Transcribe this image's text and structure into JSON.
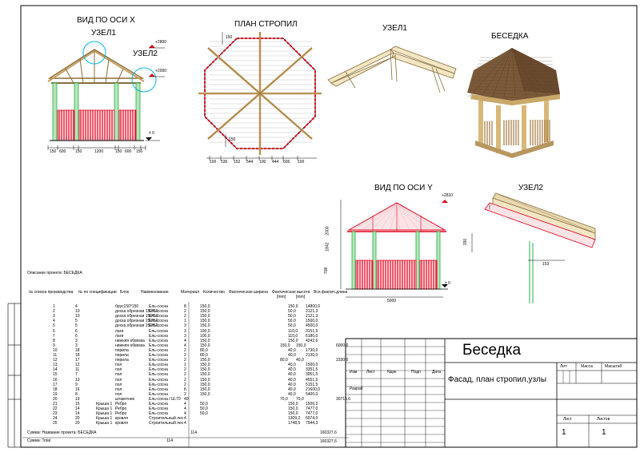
{
  "views": {
    "axis_x": "ВИД ПО ОСИ X",
    "node1_on_x": "УЗЕЛ1",
    "node2_on_x": "УЗЕЛ2",
    "rafter_plan": "ПЛАН СТРОПИЛ",
    "node1": "УЗЕЛ1",
    "gazebo": "БЕСЕДКА",
    "axis_y": "ВИД ПО ОСИ Y",
    "node2": "УЗЕЛ2"
  },
  "marks": {
    "elev_top_x": "+2800",
    "elev_eave_x": "+2000",
    "zero_x": "± 0",
    "elev_top_y": "+2810",
    "zero_y": "± 0"
  },
  "dims": {
    "x_view": [
      "150",
      "600",
      "150",
      "1200",
      "150",
      "600",
      "150"
    ],
    "plan_bottom": [
      "100",
      "536",
      "152",
      "544",
      "100",
      "444",
      "606",
      "100"
    ],
    "plan_side": [
      "150",
      "150"
    ],
    "y_view_total": "5000",
    "y_view_vert": [
      "2000",
      "1842",
      "708"
    ],
    "node2_h": "150",
    "node2_w": "153"
  },
  "spec": {
    "project": "Описание проекта: БЕСЕДКА",
    "headers": [
      "№ списка производства",
      "№ по спецификации",
      "Блок",
      "Наименование",
      "Материал",
      "Количество",
      "Фактическая ширина",
      "Фактическая высота",
      "Вся фактич.длина"
    ],
    "units": [
      "[mm]",
      "[mm]"
    ],
    "rows": [
      [
        "1",
        "4",
        "",
        "брус150*150",
        "Ель-сосна",
        "8",
        "150,0"
      ],
      [
        "2",
        "10",
        "",
        "доска обрезная 150*50",
        "Ель-сосна",
        "2",
        "150,0"
      ],
      [
        "3",
        "10",
        "",
        "доска обрезная 150*50",
        "Ель-сосна",
        "2",
        "150,0"
      ],
      [
        "4",
        "5",
        "",
        "доска обрезная 150*50",
        "Ель-сосна",
        "1",
        "150,0"
      ],
      [
        "5",
        "5",
        "",
        "доска обрезная 150*50",
        "Ель-сосна",
        "3",
        "150,0"
      ],
      [
        "6",
        "6",
        "",
        "лаги",
        "Ель-сосна",
        "3",
        "100,0"
      ],
      [
        "7",
        "6",
        "",
        "лаги",
        "Ель-сосна",
        "3",
        "100,0"
      ],
      [
        "8",
        "3",
        "",
        "нижняя обвязка",
        "Ель-сосна",
        "4",
        "150,0"
      ],
      [
        "9",
        "3",
        "",
        "нижняя обвязка",
        "Ель-сосна",
        "4",
        "150,0"
      ],
      [
        "10",
        "18",
        "",
        "перила",
        "Ель-сосна",
        "2",
        "80,0"
      ],
      [
        "11",
        "18",
        "",
        "перила",
        "Ель-сосна",
        "2",
        "80,0"
      ],
      [
        "12",
        "17",
        "",
        "перила",
        "Ель-сосна",
        "2",
        "150,0"
      ],
      [
        "13",
        "12",
        "",
        "пол",
        "Ель-сосна",
        "1",
        "150,0"
      ],
      [
        "14",
        "11",
        "",
        "пол",
        "Ель-сосна",
        "2",
        "150,0"
      ],
      [
        "15",
        "7",
        "",
        "пол",
        "Ель-сосна",
        "2",
        "150,0"
      ],
      [
        "16",
        "13",
        "",
        "пол",
        "Ель-сосна",
        "2",
        "150,0"
      ],
      [
        "17",
        "9",
        "",
        "пол",
        "Ель-сосна",
        "2",
        "150,0"
      ],
      [
        "18",
        "16",
        "",
        "пол",
        "Ель-сосна",
        "8",
        "150,0"
      ],
      [
        "19",
        "8",
        "",
        "пол",
        "Ель-сосна",
        "2",
        "150,0"
      ],
      [
        "20",
        "19",
        "",
        "штакетник",
        "Ель-сосна / Ш.70",
        "40",
        ""
      ],
      [
        "21",
        "15",
        "Крыша 1",
        "Ребро",
        "Ель-сосна",
        "4",
        "50,0"
      ],
      [
        "22",
        "14",
        "Крыша 1",
        "Ребро",
        "Ель-сосна",
        "4",
        "50,0"
      ],
      [
        "23",
        "14",
        "Крыша 1",
        "Ребро",
        "Ель-сосна",
        "4",
        "50,0"
      ],
      [
        "24",
        "20",
        "Крыша 1",
        "кровля",
        "Строительный лес",
        "4",
        ""
      ],
      [
        "25",
        "20",
        "Крыша 1",
        "кровля",
        "Строительный лес",
        "4",
        ""
      ]
    ],
    "lengths": [
      [
        "150,0",
        "14800,0"
      ],
      [
        "50,0",
        "2121,3"
      ],
      [
        "50,0",
        "2121,3"
      ],
      [
        "50,0",
        "1500,0"
      ],
      [
        "50,0",
        "4500,0"
      ],
      [
        "110,0",
        "3151,5"
      ],
      [
        "110,0",
        "6180,0"
      ],
      [
        "150,0",
        "4242,6"
      ],
      [
        "150,0",
        "150,0",
        "6000,0"
      ],
      [
        "40,0",
        "1730,0"
      ],
      [
        "40,0",
        "2130,0"
      ],
      [
        "80,0",
        "40,0",
        "2330,0"
      ],
      [
        "40,0",
        "1500,0"
      ],
      [
        "40,0",
        "3351,5"
      ],
      [
        "40,0",
        "3951,5"
      ],
      [
        "40,0",
        "4551,5"
      ],
      [
        "40,0",
        "5151,5"
      ],
      [
        "40,0",
        "21600,0"
      ],
      [
        "40,0",
        "5400,0"
      ],
      [
        "70,0",
        "70,0",
        "30715,6"
      ],
      [
        "150,0",
        "1506,3"
      ],
      [
        "150,0",
        "7477,0"
      ],
      [
        "150,0",
        "7477,0"
      ],
      [
        "1309,2",
        "6974,0"
      ],
      [
        "1748,5",
        "7944,3"
      ]
    ],
    "sum_label": "Сумма: Название проекта: БЕСЕДКА",
    "sum_qty": "114",
    "sum_len": "160327,6",
    "total_label": "Сумма: Total",
    "total_qty": "114",
    "total_len": "160327,6"
  },
  "stamp": {
    "title": "Беседка",
    "subtitle": "Фасад, план стропил,узлы",
    "izm": "Изм",
    "list_col": "Лист",
    "ndoc": "Nдок",
    "podp": "Подп",
    "data": "Дата",
    "razrab": "Разраб",
    "lit": "Лит",
    "massa": "Масса",
    "masshtab": "Масштаб",
    "sheet": "Лист",
    "sheets": "Листов",
    "sheet_no": "1",
    "sheets_no": "1"
  },
  "colors": {
    "red": "#e3001b",
    "green": "#22b14c",
    "wood": "#c8b890",
    "roof": "#7a5a3a",
    "cyan": "#00b8e6"
  }
}
